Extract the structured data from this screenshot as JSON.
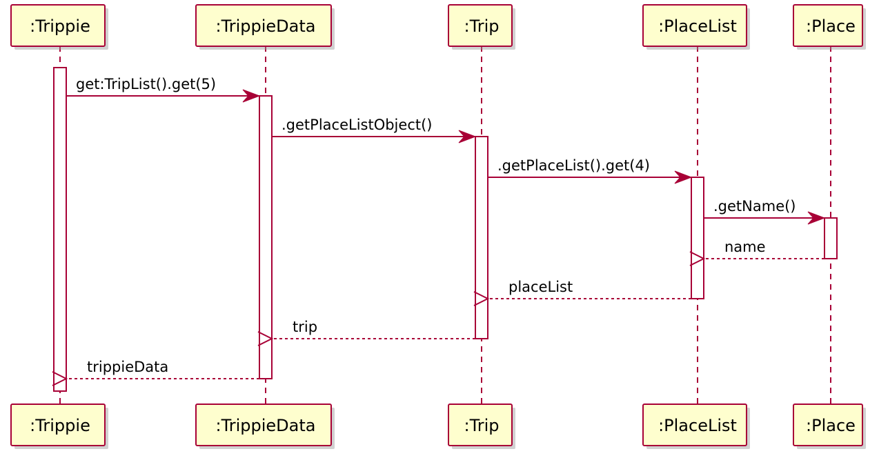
{
  "participants": [
    {
      "id": "trippie",
      "name": ":Trippie"
    },
    {
      "id": "trippiedata",
      "name": ":TrippieData"
    },
    {
      "id": "trip",
      "name": ":Trip"
    },
    {
      "id": "placelist",
      "name": ":PlaceList"
    },
    {
      "id": "place",
      "name": ":Place"
    }
  ],
  "messages": [
    {
      "from": "trippie",
      "to": "trippiedata",
      "label": "get:TripList().get(5)",
      "kind": "call"
    },
    {
      "from": "trippiedata",
      "to": "trip",
      "label": ".getPlaceListObject()",
      "kind": "call"
    },
    {
      "from": "trip",
      "to": "placelist",
      "label": ".getPlaceList().get(4)",
      "kind": "call"
    },
    {
      "from": "placelist",
      "to": "place",
      "label": ".getName()",
      "kind": "call"
    },
    {
      "from": "place",
      "to": "placelist",
      "label": "name",
      "kind": "return"
    },
    {
      "from": "placelist",
      "to": "trip",
      "label": "placeList",
      "kind": "return"
    },
    {
      "from": "trip",
      "to": "trippiedata",
      "label": "trip",
      "kind": "return"
    },
    {
      "from": "trippiedata",
      "to": "trippie",
      "label": "trippieData",
      "kind": "return"
    }
  ],
  "colors": {
    "line": "#a80036",
    "box_fill": "#fefece",
    "activation_fill": "#ffffff",
    "text": "#000000"
  }
}
